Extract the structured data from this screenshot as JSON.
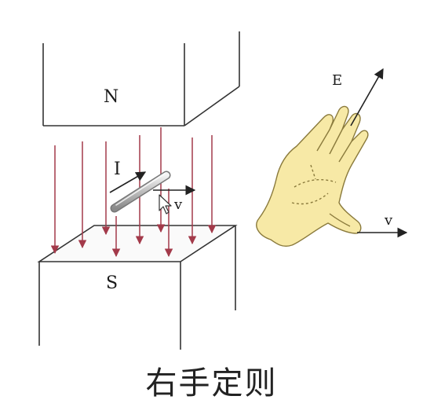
{
  "labels": {
    "north_pole": "N",
    "south_pole": "S",
    "current": "I",
    "velocity_magnet": "v",
    "emf": "E",
    "velocity_hand": "v"
  },
  "caption": "右手定则",
  "colors": {
    "field_lines": "#a33a4a",
    "hand_fill": "#f7e9a6",
    "hand_outline": "#8a7a3c",
    "outline": "#333333"
  },
  "icons": [
    "right-hand-icon",
    "mouse-cursor-icon"
  ]
}
